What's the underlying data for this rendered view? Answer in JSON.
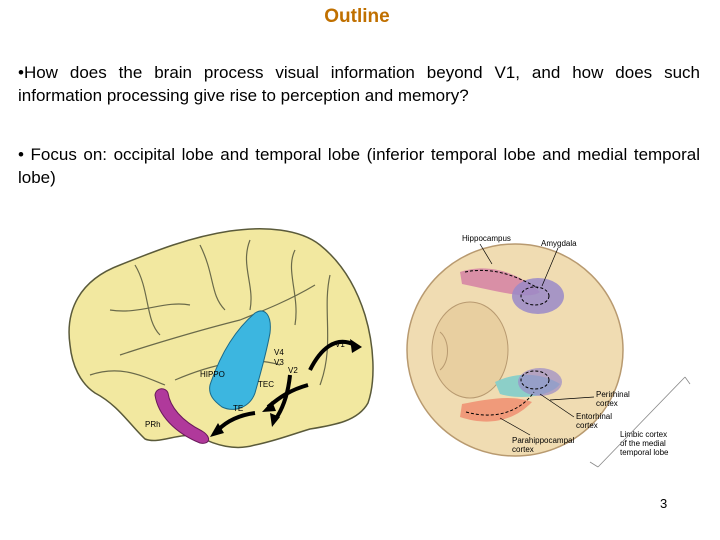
{
  "slide": {
    "title": "Outline",
    "title_color": "#c07000",
    "bullets": [
      "•How does the brain process visual information beyond V1, and how does such information processing give rise to perception and memory?",
      "• Focus on: occipital lobe and temporal lobe (inferior temporal lobe and medial temporal lobe)"
    ],
    "page_number": "3"
  },
  "lateral_figure": {
    "labels": {
      "v1": "V1",
      "v4": "V4",
      "v3": "V3",
      "v2": "V2",
      "tec": "TEC",
      "te": "TE",
      "hippo": "HIPPO",
      "prh": "PRh"
    },
    "colors": {
      "brain": "#f2e8a0",
      "hippocampus": "#3cb6e0",
      "perirhinal": "#b0399b",
      "arrows": "#000000"
    }
  },
  "ventral_figure": {
    "labels": {
      "hippocampus": "Hippocampus",
      "amygdala": "Amygdala",
      "perirhinal": [
        "Perirhinal",
        "cortex"
      ],
      "entorhinal": [
        "Entorhinal",
        "cortex"
      ],
      "parahippocampal": [
        "Parahippocampal",
        "cortex"
      ],
      "limbic": [
        "Limbic cortex",
        "of the medial",
        "temporal lobe"
      ]
    },
    "colors": {
      "brain": "#f0dcb2",
      "hippocampus": "#d98fa6",
      "amygdala": "#9a8ac8",
      "entorhinal": "#8ccfc8",
      "parahippocampal": "#f09a7a"
    }
  }
}
